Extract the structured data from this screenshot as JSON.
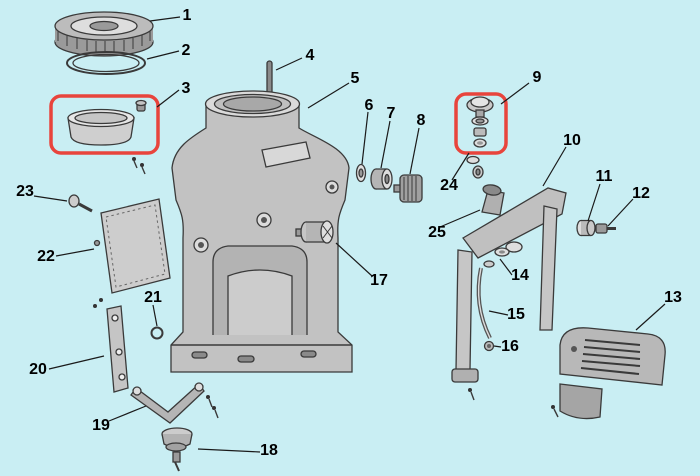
{
  "diagram": {
    "background_color": "#c9eef3",
    "highlight_color": "#e8443c",
    "highlighted_parts": [
      "3",
      "9"
    ],
    "labels": [
      "1",
      "2",
      "3",
      "4",
      "5",
      "6",
      "7",
      "8",
      "9",
      "10",
      "11",
      "12",
      "13",
      "14",
      "15",
      "16",
      "17",
      "18",
      "19",
      "20",
      "21",
      "22",
      "23",
      "24",
      "25"
    ]
  }
}
